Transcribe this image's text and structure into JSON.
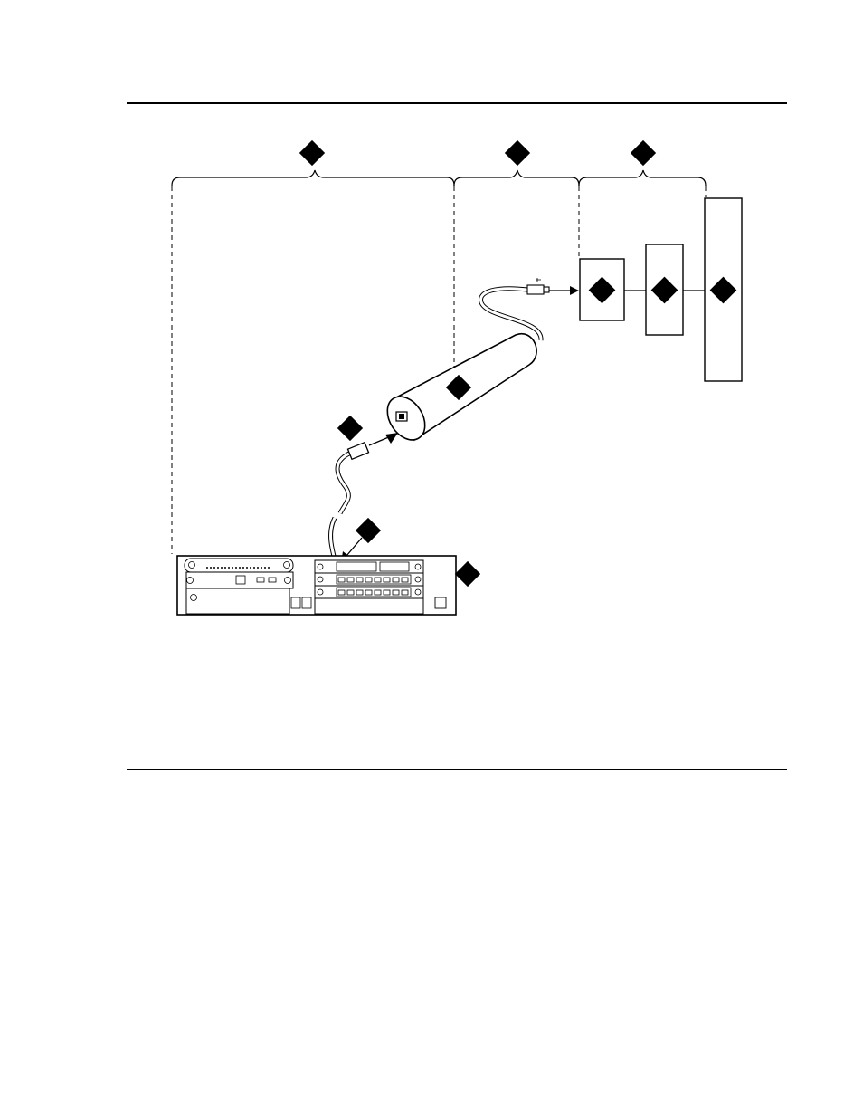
{
  "page": {
    "background": "#ffffff",
    "ink": "#000000"
  },
  "diagram": {
    "callouts": [
      "callout-marker-bracket-left",
      "callout-marker-bracket-middle",
      "callout-marker-bracket-right",
      "callout-marker-box-1",
      "callout-marker-box-2",
      "callout-marker-box-3",
      "callout-marker-interface-device",
      "callout-marker-plug",
      "callout-marker-port",
      "callout-marker-chassis"
    ],
    "icons": {
      "device": "network-chassis-icon",
      "adapter": "cylindrical-adapter-icon",
      "plug": "modular-plug-icon",
      "connector": "usb-connector-icon"
    }
  }
}
